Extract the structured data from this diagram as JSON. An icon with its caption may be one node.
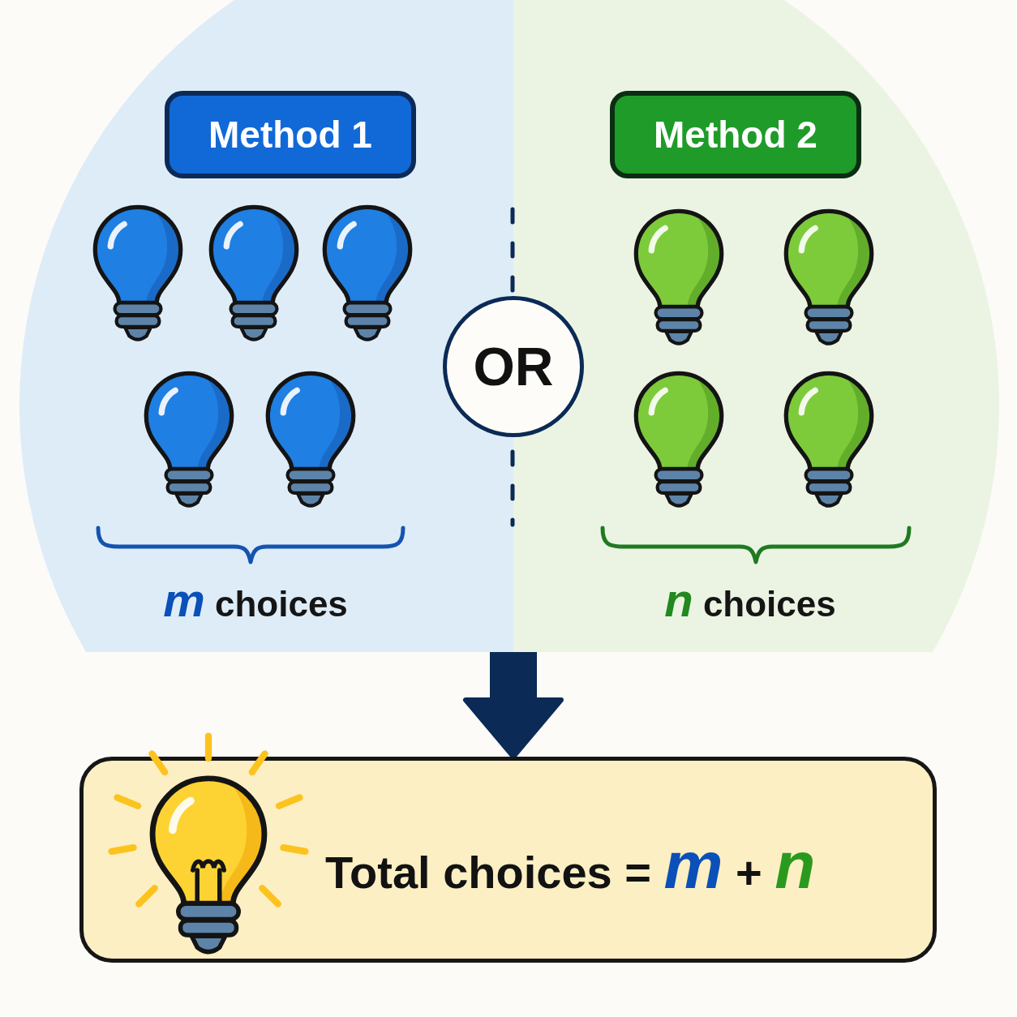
{
  "diagram": {
    "nodes": [
      {
        "text": [
          "*m* choices"
        ]
      },
      {
        "text": [
          "Method 1"
        ],
        "in": 0
      },
      {
        "text": [
          "OR"
        ]
      },
      {
        "text": [
          "*n* choices"
        ]
      },
      {
        "text": [
          "Method 2"
        ],
        "in": 3
      },
      {
        "text": [
          "Total choices = *m* + *n*"
        ]
      }
    ],
    "edges": [
      {
        "from": 0,
        "to": 5,
        "arrow": "to"
      },
      {
        "from": 3,
        "to": 5,
        "arrow": "to"
      }
    ]
  }
}
